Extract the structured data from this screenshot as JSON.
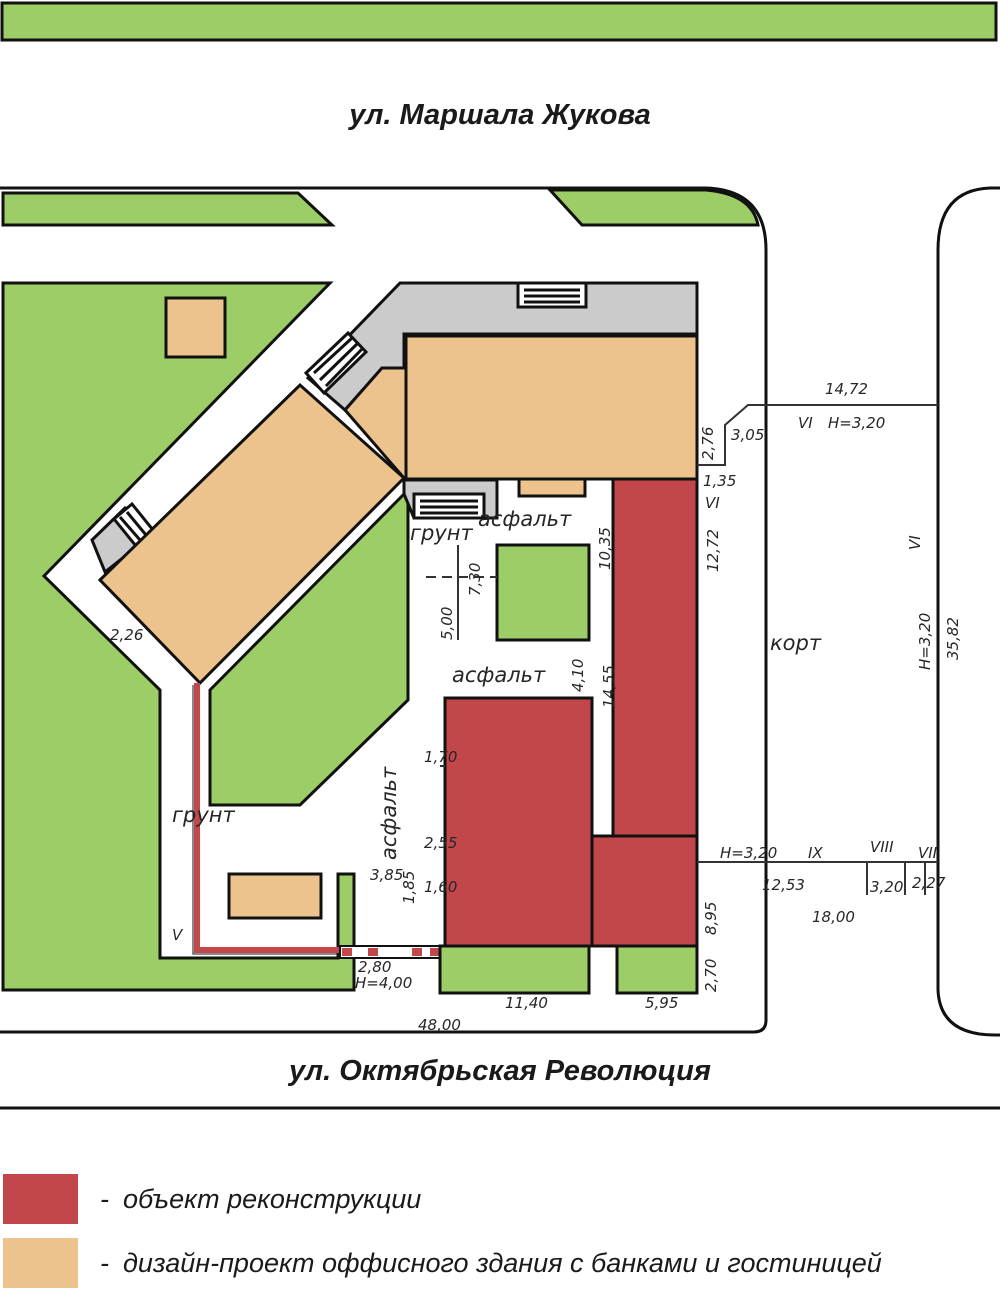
{
  "streets": {
    "north": "ул. Маршала Жукова",
    "south": "ул. Октябрьская Революция"
  },
  "surface_labels": {
    "asphalt_top": "асфальт",
    "asphalt_mid": "асфальт",
    "asphalt_vertical": "асфальт",
    "ground_top": "грунт",
    "ground_left": "грунт",
    "court": "корт"
  },
  "dimensions": {
    "d_1472": "14,72",
    "d_305": "3,05",
    "d_276": "2,76",
    "h_320_a": "H=3,20",
    "roman_vi_a": "VI",
    "d_135": "1,35",
    "roman_vi_b": "VI",
    "roman_vi_c": "VI",
    "h_320_b": "H=3,20",
    "d_3582": "35,82",
    "d_1035": "10,35",
    "d_1455": "14,55",
    "d_410": "4,10",
    "d_730": "7,30",
    "d_500": "5,00",
    "d_226": "2,26",
    "d_1272": "12,72",
    "h_320_c": "H=3,20",
    "roman_ix": "IX",
    "roman_viii": "VIII",
    "roman_vii": "VII",
    "d_1253": "12,53",
    "d_320": "3,20",
    "d_227": "2,27",
    "d_1800": "18,00",
    "d_895": "8,95",
    "d_270": "2,70",
    "d_1140": "11,40",
    "d_595": "5,95",
    "d_4800": "48,00",
    "d_280": "2,80",
    "h_400": "H=4,00",
    "d_585": "3,85",
    "d_255": "2,55",
    "d_170": "1,70",
    "d_160": "1,60",
    "roman_v": "V",
    "d_185": "1,85"
  },
  "legend": [
    {
      "color": "#c2474a",
      "label": "объект реконструкции"
    },
    {
      "color": "#ecc38c",
      "label": "дизайн-проект оффисного здания с банками и гостиницей"
    }
  ],
  "colors": {
    "green": "#9ccd66",
    "tan": "#ecc38c",
    "red": "#c2474a",
    "grey": "#cbcbcb",
    "outline": "#111111"
  }
}
